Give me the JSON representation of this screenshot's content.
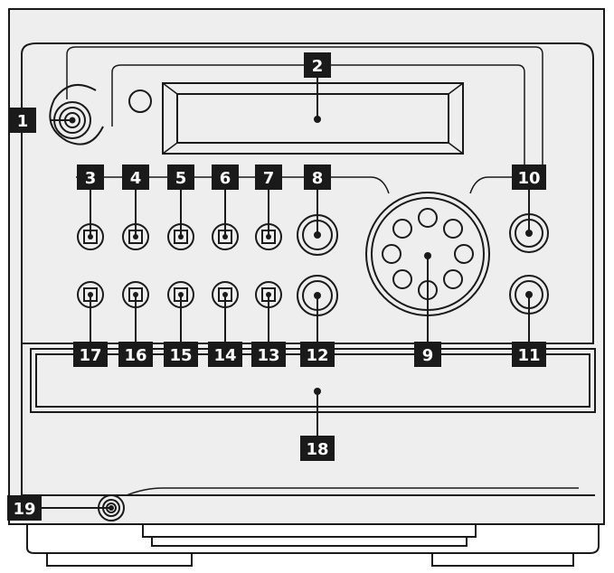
{
  "callouts": [
    {
      "id": "1",
      "label": "1"
    },
    {
      "id": "2",
      "label": "2"
    },
    {
      "id": "3",
      "label": "3"
    },
    {
      "id": "4",
      "label": "4"
    },
    {
      "id": "5",
      "label": "5"
    },
    {
      "id": "6",
      "label": "6"
    },
    {
      "id": "7",
      "label": "7"
    },
    {
      "id": "8",
      "label": "8"
    },
    {
      "id": "9",
      "label": "9"
    },
    {
      "id": "10",
      "label": "10"
    },
    {
      "id": "11",
      "label": "11"
    },
    {
      "id": "12",
      "label": "12"
    },
    {
      "id": "13",
      "label": "13"
    },
    {
      "id": "14",
      "label": "14"
    },
    {
      "id": "15",
      "label": "15"
    },
    {
      "id": "16",
      "label": "16"
    },
    {
      "id": "17",
      "label": "17"
    },
    {
      "id": "18",
      "label": "18"
    },
    {
      "id": "19",
      "label": "19"
    }
  ],
  "colors": {
    "line": "#1a1a1a",
    "panel": "#eeeeee",
    "background": "#ffffff"
  }
}
